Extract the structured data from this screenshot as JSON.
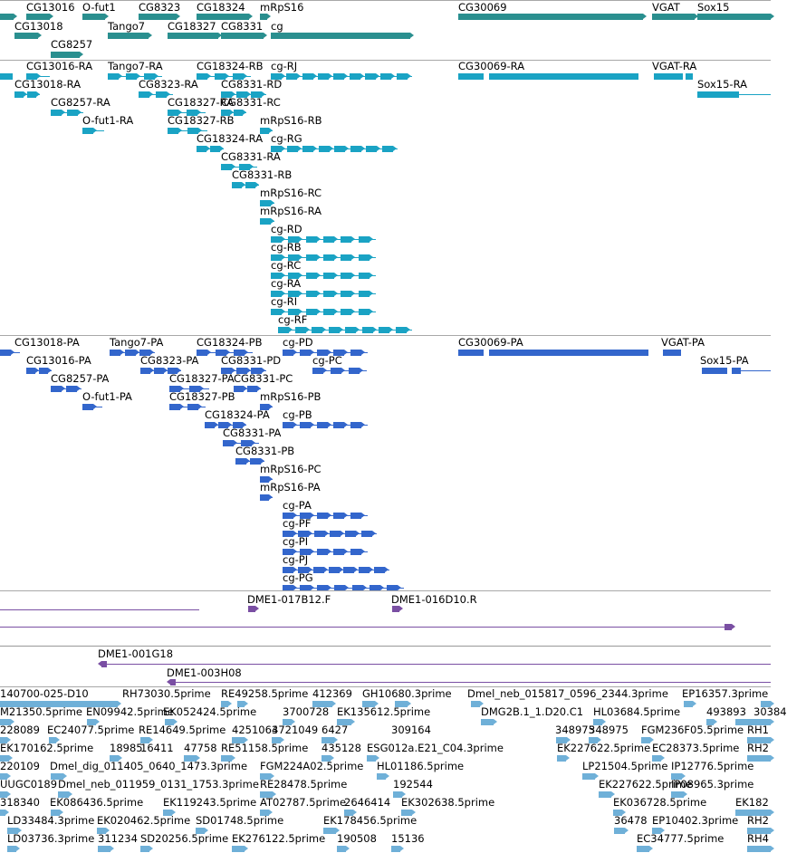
{
  "colors": {
    "gene": "#2a8f8f",
    "transcript": "#1aa3c4",
    "protein": "#3366cc",
    "clone": "#7a4fa3",
    "est": "#6fb0d8",
    "divider": "#a8a8a8"
  },
  "gene_track": {
    "labels": [
      "CG13016",
      "O-fut1",
      "CG8323",
      "CG18324",
      "mRpS16",
      "CG13018",
      "Tango7",
      "CG18327",
      "CG8331",
      "cg",
      "CG8257",
      "CG30069",
      "VGAT",
      "Sox15"
    ]
  },
  "transcript_track": {
    "labels": [
      "CG13016-RA",
      "Tango7-RA",
      "CG18324-RB",
      "cg-RJ",
      "CG13018-RA",
      "CG8323-RA",
      "CG8331-RD",
      "CG8257-RA",
      "CG18327-RA",
      "CG8331-RC",
      "O-fut1-RA",
      "CG18327-RB",
      "mRpS16-RB",
      "CG18324-RA",
      "cg-RG",
      "CG8331-RA",
      "CG8331-RB",
      "mRpS16-RC",
      "mRpS16-RA",
      "cg-RD",
      "cg-RB",
      "cg-RC",
      "cg-RA",
      "cg-RI",
      "cg-RF",
      "CG30069-RA",
      "VGAT-RA",
      "Sox15-RA"
    ]
  },
  "protein_track": {
    "labels": [
      "CG13018-PA",
      "Tango7-PA",
      "CG18324-PB",
      "cg-PD",
      "CG13016-PA",
      "CG8323-PA",
      "CG8331-PD",
      "cg-PC",
      "CG8257-PA",
      "CG18327-PA",
      "CG8331-PC",
      "O-fut1-PA",
      "CG18327-PB",
      "mRpS16-PB",
      "CG18324-PA",
      "cg-PB",
      "CG8331-PA",
      "CG8331-PB",
      "mRpS16-PC",
      "mRpS16-PA",
      "cg-PA",
      "cg-PF",
      "cg-PI",
      "cg-PJ",
      "cg-PG",
      "CG30069-PA",
      "VGAT-PA",
      "Sox15-PA"
    ]
  },
  "clone_track": {
    "labels": [
      "DME1-017B12.F",
      "DME1-016D10.R",
      "DME1-001G18",
      "DME1-003H08"
    ]
  },
  "est_track": {
    "labels": [
      "140700-025-D10",
      "RH73030.5prime",
      "RE49258.5prime",
      "412369",
      "GH10680.3prime",
      "Dmel_neb_015817_0596_2344.3prime",
      "EP16357.3prime",
      "M21350.5prime",
      "EN09942.5prime",
      "EK052424.5prime",
      "3700728",
      "EK135612.5prime",
      "DMG2B.1_1.D20.C1",
      "HL03684.5prime",
      "493893",
      "30384",
      "228089",
      "EC24077.5prime",
      "RE14649.5prime",
      "4251063",
      "4721049",
      "6427",
      "309164",
      "348975",
      "348975",
      "FGM236F05.5prime",
      "RH1",
      "EK170162.5prime",
      "18985",
      "16411",
      "47758",
      "RE51158.5prime",
      "435128",
      "ESG012a.E21_C04.3prime",
      "EK227622.5prime",
      "EC28373.5prime",
      "RH2",
      "220109",
      "Dmel_dig_011405_0640_1473.3prime",
      "FGM224A02.5prime",
      "HL01186.5prime",
      "LP21504.5prime",
      "IP12776.5prime",
      "UUGC0189",
      "Dmel_neb_011959_0131_1753.3prime",
      "RE28478.5prime",
      "192544",
      "EK227622.5prime",
      "IP08965.3prime",
      "318340",
      "EK086436.5prime",
      "EK119243.5prime",
      "AT02787.5prime",
      "2646414",
      "EK302638.5prime",
      "EK036728.5prime",
      "EK182",
      "LD33484.3prime",
      "EK020462.5prime",
      "SD01748.5prime",
      "EK178456.5prime",
      "36478",
      "EP10402.3prime",
      "RH2",
      "LD03736.3prime",
      "311234",
      "SD20256.5prime",
      "EK276122.5prime",
      "190508",
      "15136",
      "EC34777.5prime",
      "RH4"
    ]
  }
}
